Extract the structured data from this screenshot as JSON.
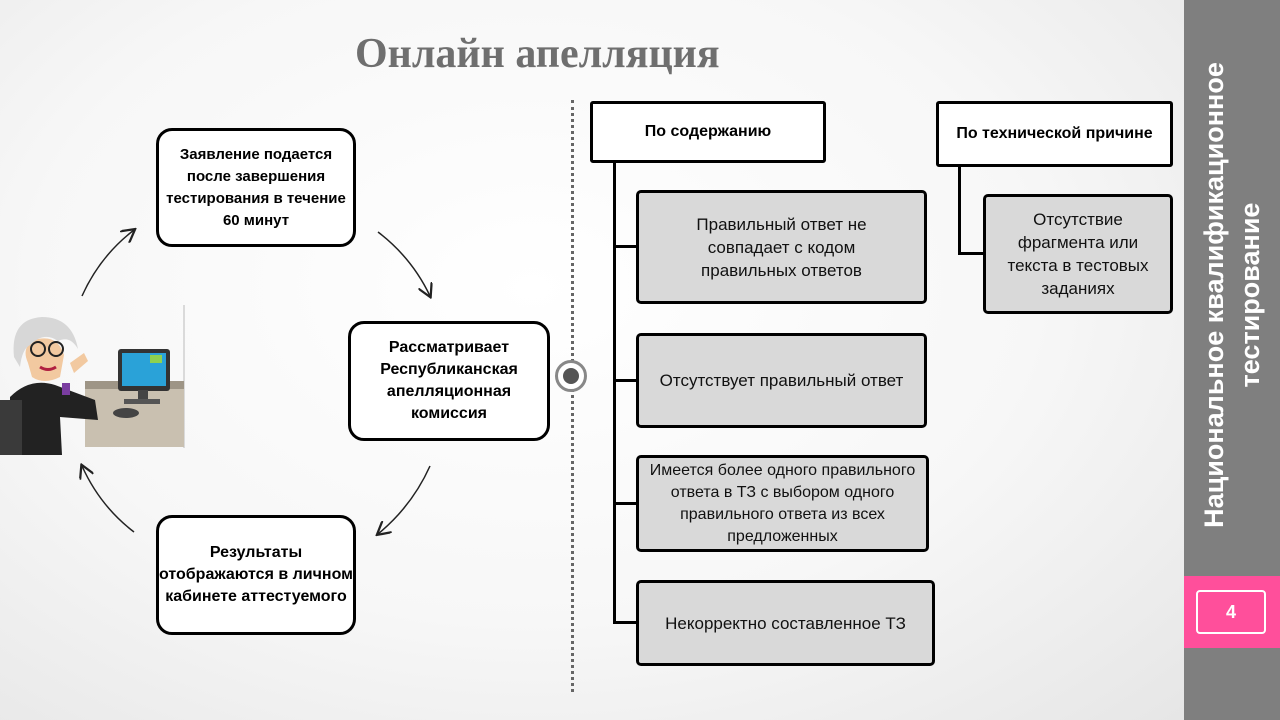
{
  "title": "Онлайн апелляция",
  "cycle": {
    "step1": "Заявление подается после завершения тестирования в течение 60 минут",
    "step2": "Рассматривает Республиканская апелляционная комиссия",
    "step3": "Результаты отображаются в личном кабинете аттестуемого"
  },
  "content_reasons": {
    "header": "По содержанию",
    "items": [
      "Правильный ответ не совпадает с кодом правильных ответов",
      "Отсутствует правильный ответ",
      "Имеется более одного правильного ответа в ТЗ с выбором одного правильного ответа из всех предложенных",
      "Некорректно составленное ТЗ"
    ]
  },
  "technical_reasons": {
    "header": "По технической причине",
    "items": [
      "Отсутствие фрагмента или текста в тестовых заданиях"
    ]
  },
  "sidebar": {
    "line1": "Национальное квалификационное",
    "line2": "тестирование",
    "page_number": "4",
    "accent_color": "#ff4f9b",
    "background_color": "#7f7f7f"
  }
}
